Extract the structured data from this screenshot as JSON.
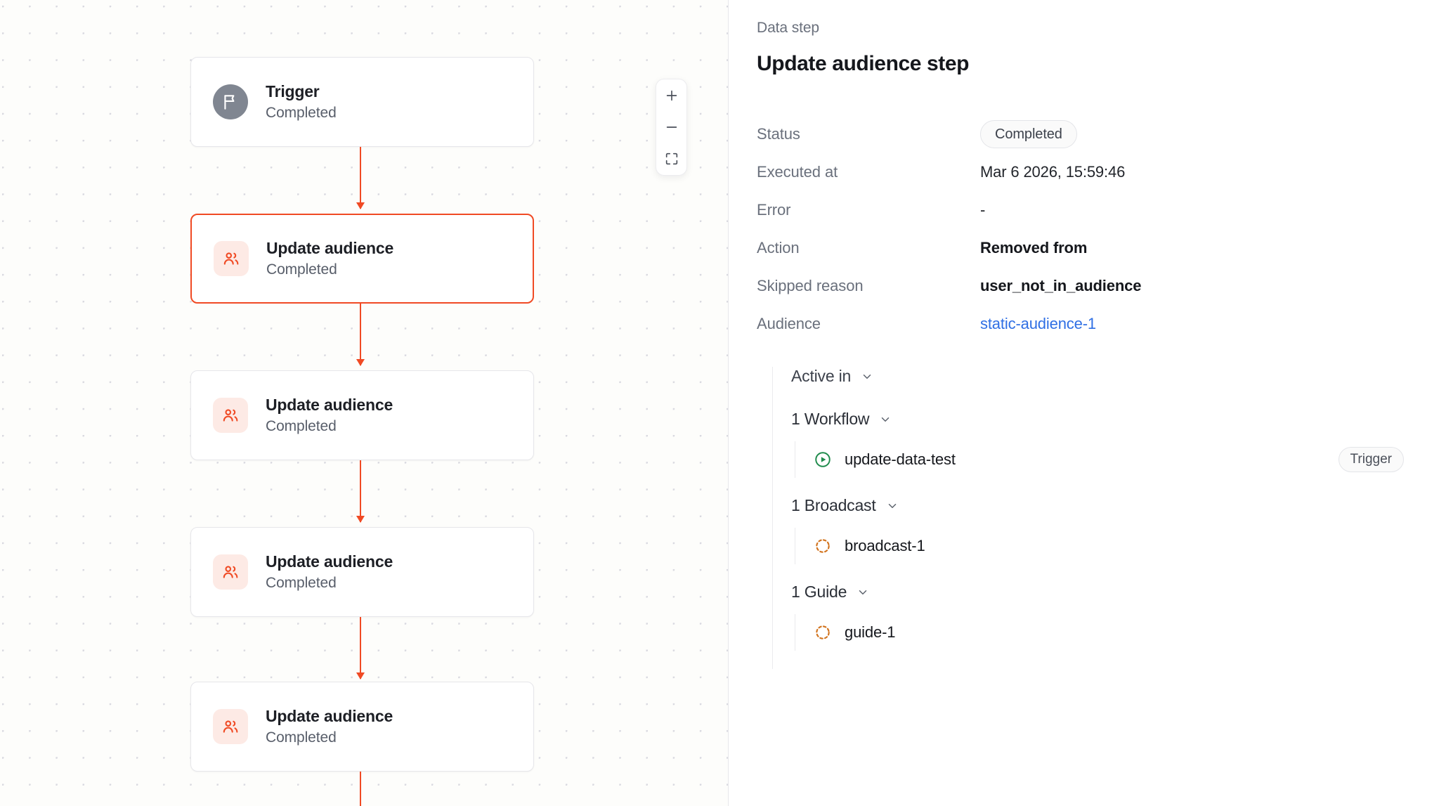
{
  "canvas": {
    "zoom_controls": {
      "zoom_in_label": "+",
      "zoom_out_label": "−",
      "fit_view_name": "fit-view"
    },
    "nodes": [
      {
        "title": "Trigger",
        "status": "Completed",
        "icon": "flag-icon",
        "selected": false
      },
      {
        "title": "Update audience",
        "status": "Completed",
        "icon": "audience-icon",
        "selected": true
      },
      {
        "title": "Update audience",
        "status": "Completed",
        "icon": "audience-icon",
        "selected": false
      },
      {
        "title": "Update audience",
        "status": "Completed",
        "icon": "audience-icon",
        "selected": false
      },
      {
        "title": "Update audience",
        "status": "Completed",
        "icon": "audience-icon",
        "selected": false
      }
    ]
  },
  "detail": {
    "eyebrow": "Data step",
    "title": "Update audience step",
    "fields": [
      {
        "key": "Status",
        "value": "Completed",
        "kind": "pill"
      },
      {
        "key": "Executed at",
        "value": "Mar 6 2026, 15:59:46",
        "kind": "text"
      },
      {
        "key": "Error",
        "value": "-",
        "kind": "text"
      },
      {
        "key": "Action",
        "value": "Removed from",
        "kind": "text"
      },
      {
        "key": "Skipped reason",
        "value": "user_not_in_audience",
        "kind": "text"
      },
      {
        "key": "Audience",
        "value": "static-audience-1",
        "kind": "link"
      }
    ],
    "active_in": {
      "label": "Active in",
      "groups": [
        {
          "label": "1 Workflow",
          "items": [
            {
              "name": "update-data-test",
              "icon": "play-circle-icon",
              "badge": "Trigger"
            }
          ]
        },
        {
          "label": "1 Broadcast",
          "items": [
            {
              "name": "broadcast-1",
              "icon": "dashed-circle-icon",
              "badge": ""
            }
          ]
        },
        {
          "label": "1 Guide",
          "items": [
            {
              "name": "guide-1",
              "icon": "dashed-circle-icon",
              "badge": ""
            }
          ]
        }
      ]
    }
  },
  "colors": {
    "accent": "#f04a24",
    "link": "#2f6fe4",
    "workflow_icon": "#1f8b4c",
    "entity_icon": "#d2741f",
    "canvas_bg": "#fdfdfb"
  }
}
